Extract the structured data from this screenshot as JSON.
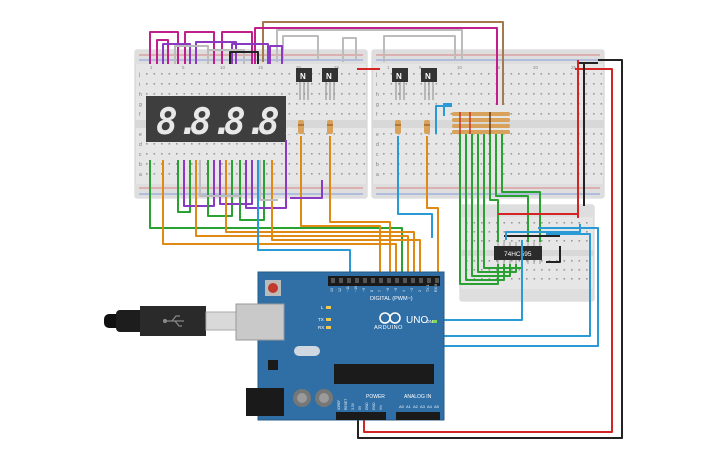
{
  "colors": {
    "breadboard": "#e6e6e6",
    "board": "#2f6fa6",
    "wire_magenta": "#c0208c",
    "wire_purple": "#8a3ac2",
    "wire_green": "#2aa232",
    "wire_orange": "#e08a14",
    "wire_blue": "#2a9ad6",
    "wire_red": "#d42424",
    "wire_black": "#222222",
    "wire_brown": "#a6784e",
    "wire_gray": "#bcbcbc",
    "segment": "#e8e8e8",
    "resistor": "#d9a25a"
  },
  "display": {
    "digits": [
      "8.",
      "8.",
      "8.",
      "8."
    ]
  },
  "transistors": {
    "label": "N"
  },
  "shift_register": {
    "label": "74HC595"
  },
  "arduino": {
    "brand": "ARDUINO",
    "model": "UNO",
    "header_digital": "DIGITAL (PWM~)",
    "header_power": "POWER",
    "header_analog": "ANALOG IN",
    "led_labels": [
      "L",
      "TX",
      "RX",
      "ON"
    ],
    "digital_pins": [
      "13",
      "12",
      "~11",
      "~10",
      "~9",
      "8",
      "7",
      "~6",
      "~5",
      "4",
      "~3",
      "2",
      "TX 1",
      "RX 0"
    ],
    "power_pins": [
      "IOREF",
      "RESET",
      "3.3V",
      "5V",
      "GND",
      "GND",
      "Vin"
    ],
    "analog_pins": [
      "A0",
      "A1",
      "A2",
      "A3",
      "A4",
      "A5"
    ]
  },
  "breadboard": {
    "row_labels_top": [
      "j",
      "i",
      "h",
      "g",
      "f"
    ],
    "row_labels_bottom": [
      "e",
      "d",
      "c",
      "b",
      "a"
    ],
    "column_numbers": [
      "1",
      "5",
      "10",
      "15",
      "20",
      "25",
      "30"
    ]
  },
  "usb_icon": "usb-trident-icon"
}
